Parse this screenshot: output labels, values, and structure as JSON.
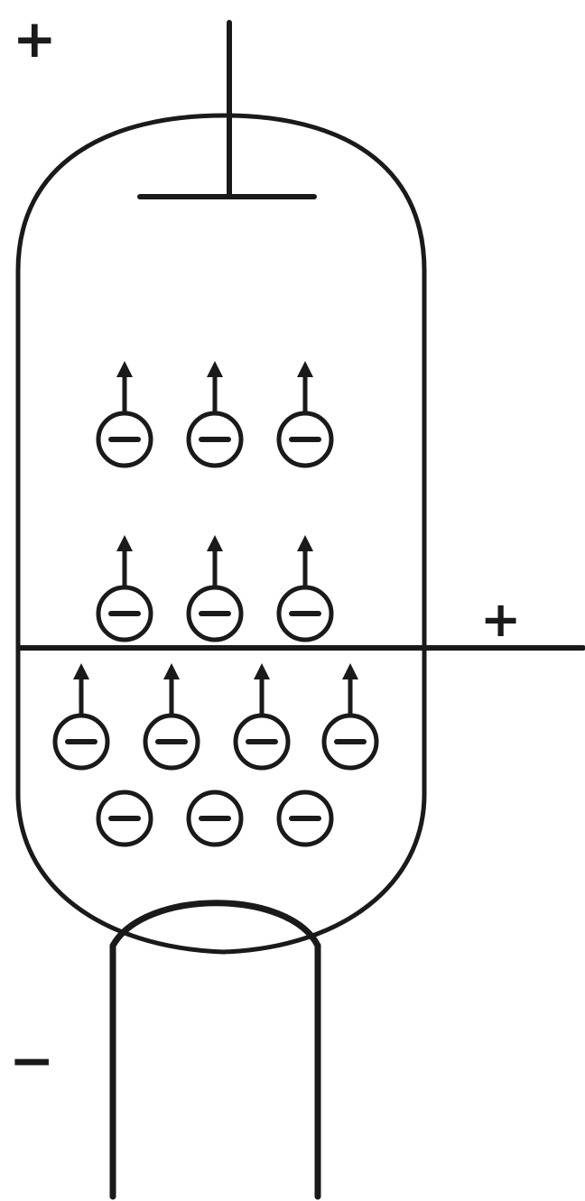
{
  "labels": {
    "anode_sign": "+",
    "grid_sign": "+",
    "cathode_sign": "−"
  },
  "colors": {
    "ink": "#1a1a1a",
    "background": "#ffffff"
  },
  "electron_symbol": "minus-in-circle",
  "electrons": {
    "moving_count": 10,
    "idle_count": 3
  }
}
